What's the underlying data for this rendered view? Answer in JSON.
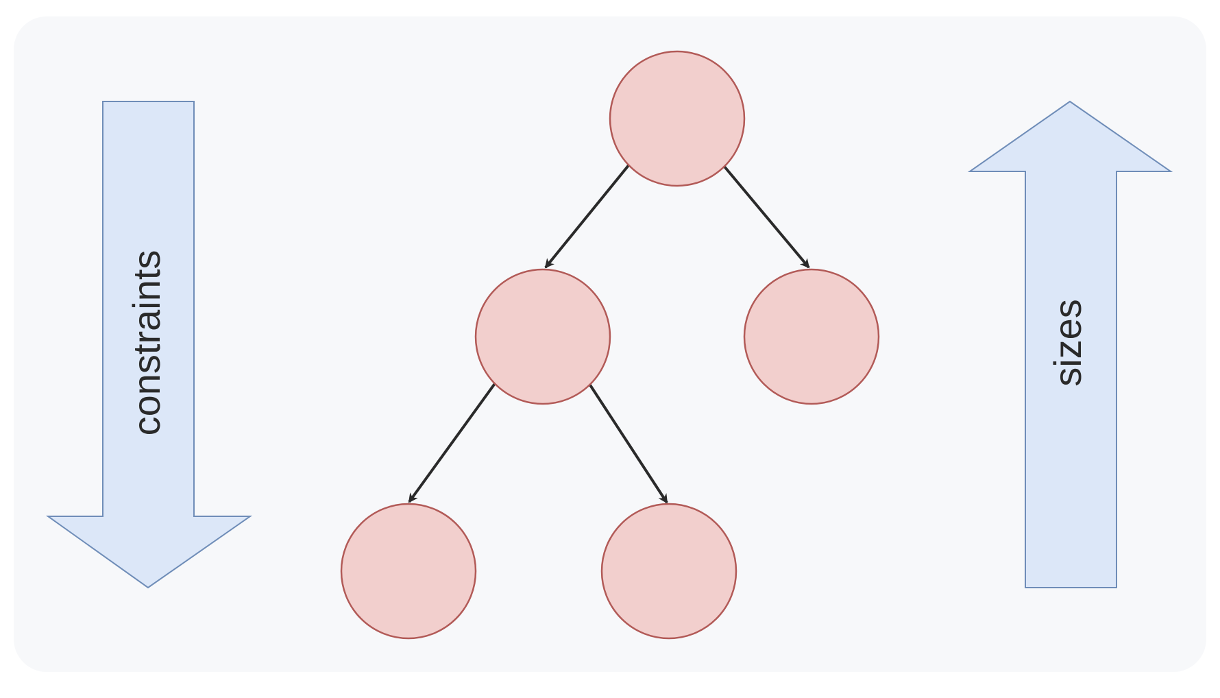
{
  "labels": {
    "left_arrow": "constraints",
    "right_arrow": "sizes"
  },
  "colors": {
    "page_background": "#ffffff",
    "panel_background": "#f7f8fa",
    "node_fill": "#f2cfcd",
    "node_stroke": "#b25a57",
    "arrow_fill": "#dce7f8",
    "arrow_stroke": "#6f8db8",
    "edge_color": "#2a2a2a",
    "text_color": "#2a2a2a"
  },
  "tree": {
    "nodes": [
      {
        "id": "root"
      },
      {
        "id": "left-child"
      },
      {
        "id": "right-child"
      },
      {
        "id": "left-left-grandchild"
      },
      {
        "id": "left-right-grandchild"
      }
    ],
    "edges": [
      {
        "from": "root",
        "to": "left-child"
      },
      {
        "from": "root",
        "to": "right-child"
      },
      {
        "from": "left-child",
        "to": "left-left-grandchild"
      },
      {
        "from": "left-child",
        "to": "left-right-grandchild"
      }
    ]
  }
}
